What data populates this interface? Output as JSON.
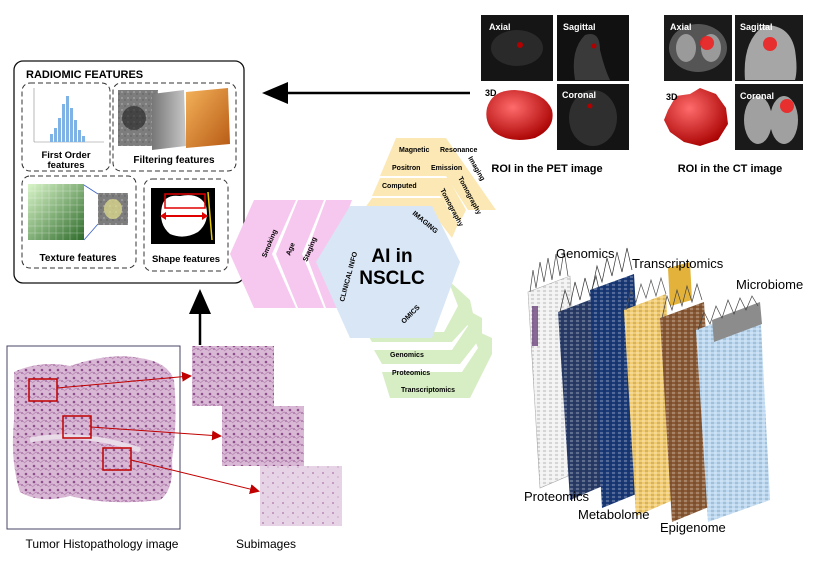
{
  "radiomics": {
    "title": "RADIOMIC FEATURES",
    "first_order": "First Order",
    "first_order_line2": "features",
    "filtering": "Filtering features",
    "texture": "Texture features",
    "shape": "Shape features"
  },
  "pet": {
    "caption": "ROI in the PET image",
    "axial": "Axial",
    "sagittal": "Sagittal",
    "view3d": "3D",
    "coronal": "Coronal"
  },
  "ct": {
    "caption": "ROI in the CT image",
    "axial": "Axial",
    "sagittal": "Sagittal",
    "view3d": "3D",
    "coronal": "Coronal"
  },
  "hexagon": {
    "center_line1": "AI in",
    "center_line2": "NSCLC",
    "imaging_label": "IMAGING",
    "omics_label": "OMICS",
    "clinical_label": "CLINICAL INFO",
    "imaging_items": [
      "Magnetic",
      "Resonance",
      "Imaging",
      "Positron",
      "Emission",
      "Tomography",
      "Computed",
      "Tomography"
    ],
    "omics_items": [
      "Genomics",
      "Proteomics",
      "Transcriptomics"
    ],
    "clinical_items": [
      "Smoking",
      "Age",
      "Staging"
    ]
  },
  "omics_layers": {
    "genomics": "Genomics",
    "transcriptomics": "Transcriptomics",
    "microbiome": "Microbiome",
    "proteomics": "Proteomics",
    "metabolome": "Metabolome",
    "epigenome": "Epigenome"
  },
  "histopathology": {
    "main_caption": "Tumor Histopathology image",
    "sub_caption": "Subimages"
  },
  "colors": {
    "imaging_band": "#fbe8b5",
    "omics_band": "#d7edc4",
    "clinical_band": "#f7c8ef",
    "center": "#d8e6f6",
    "roi_red": "#e00000",
    "tissue": "#c79bc3"
  }
}
